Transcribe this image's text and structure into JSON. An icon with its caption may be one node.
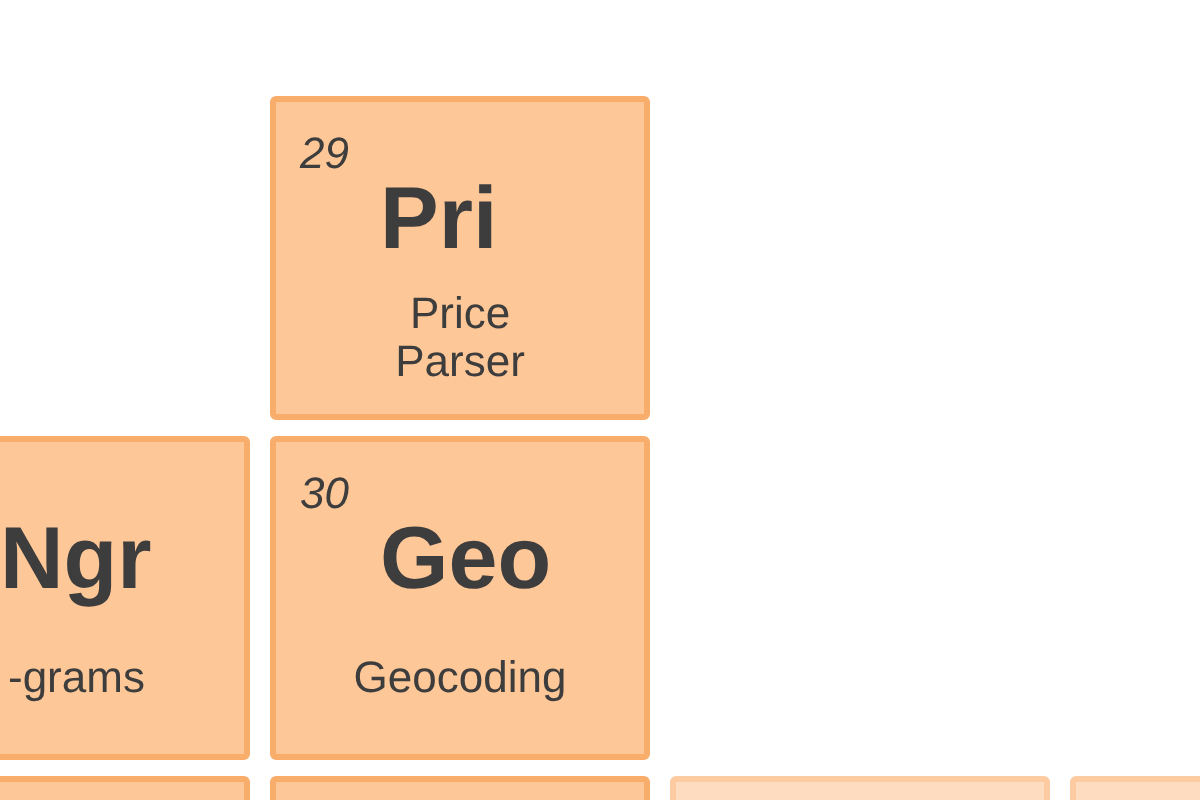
{
  "diagram": {
    "nodes": [
      {
        "text": [
          "29",
          "Pri",
          "Price Parser"
        ]
      },
      {
        "text": [
          "Ngr",
          "-grams"
        ]
      },
      {
        "text": [
          "30",
          "Geo",
          "Geocoding"
        ]
      },
      {
        "text": [],
        "shape": "box"
      },
      {
        "text": [],
        "shape": "box"
      },
      {
        "text": [],
        "shape": "box"
      },
      {
        "text": [],
        "shape": "box"
      }
    ]
  }
}
